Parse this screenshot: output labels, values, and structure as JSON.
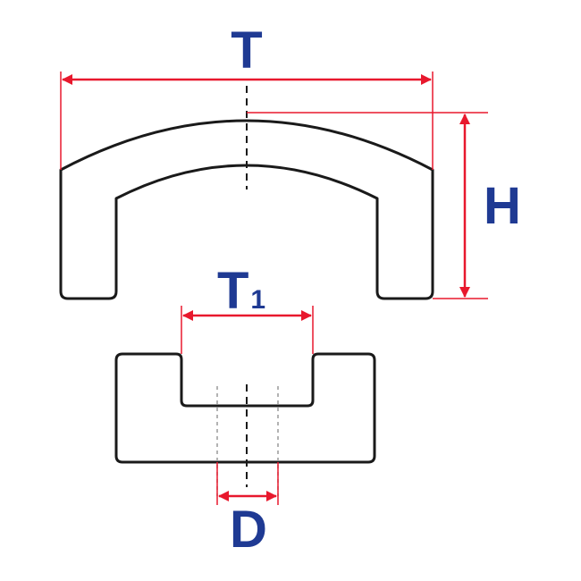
{
  "labels": {
    "total_width": "T",
    "height": "H",
    "inner_width_main": "T",
    "inner_width_sub": "1",
    "diameter": "D"
  },
  "colors": {
    "outline": "#1a1a1a",
    "dimension": "#e8182d",
    "label": "#1f3a93",
    "centerline": "#1a1a1a",
    "hidden_line": "#9a9a9a"
  }
}
